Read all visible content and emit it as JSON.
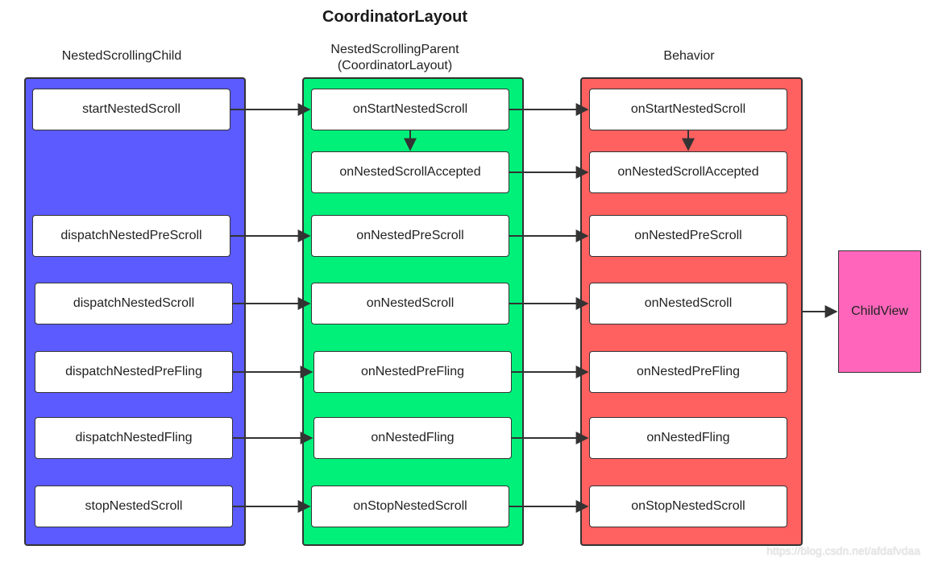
{
  "title": "CoordinatorLayout",
  "columns": {
    "child": {
      "label": "NestedScrollingChild",
      "color": "#5b5bff"
    },
    "parent": {
      "label_line1": "NestedScrollingParent",
      "label_line2": "(CoordinatorLayout)",
      "color": "#00f07a"
    },
    "behavior": {
      "label": "Behavior",
      "color": "#ff6060"
    }
  },
  "child_nodes": [
    "startNestedScroll",
    "dispatchNestedPreScroll",
    "dispatchNestedScroll",
    "dispatchNestedPreFling",
    "dispatchNestedFling",
    "stopNestedScroll"
  ],
  "parent_nodes": [
    "onStartNestedScroll",
    "onNestedScrollAccepted",
    "onNestedPreScroll",
    "onNestedScroll",
    "onNestedPreFling",
    "onNestedFling",
    "onStopNestedScroll"
  ],
  "behavior_nodes": [
    "onStartNestedScroll",
    "onNestedScrollAccepted",
    "onNestedPreScroll",
    "onNestedScroll",
    "onNestedPreFling",
    "onNestedFling",
    "onStopNestedScroll"
  ],
  "childview": {
    "label": "ChildView",
    "color": "#ff66bb"
  },
  "watermark": "https://blog.csdn.net/afdafvdaa"
}
